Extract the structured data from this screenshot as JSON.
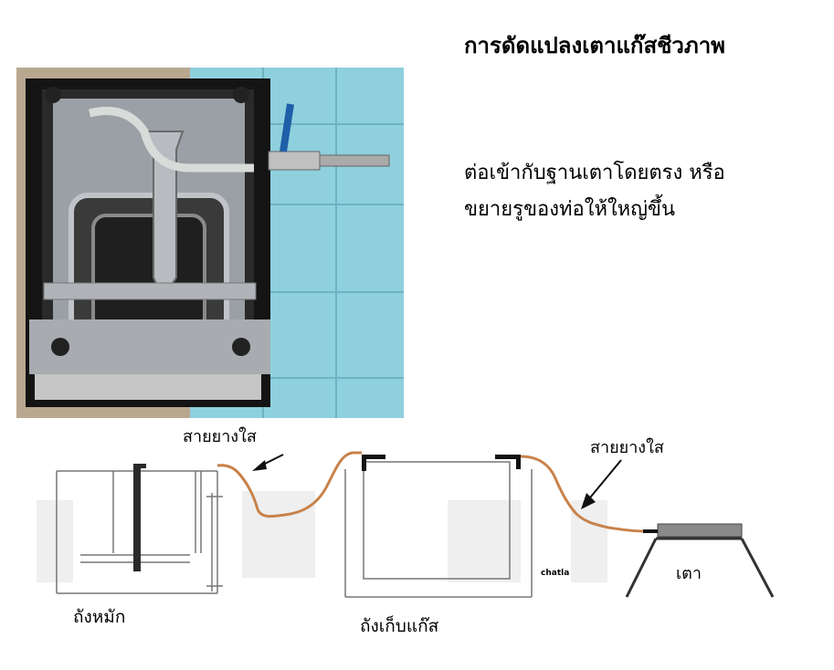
{
  "slide": {
    "title": "การดัดแปลงเตาแก๊สชีวภาพ",
    "body_lines": [
      "ต่อเข้ากับฐานเตาโดยตรง  หรือ",
      "ขยายรูของท่อให้ใหญ่ขึ้น"
    ]
  },
  "diagram": {
    "hose_label_left": "สายยางใส",
    "hose_label_right": "สายยางใส",
    "digester_label": "ถังหมัก",
    "storage_label": "ถังเก็บแก๊ส",
    "stove_label": "เตา",
    "watermark": "chatla"
  },
  "colors": {
    "hose": "#c8824a",
    "tile": "#8fd0de",
    "stove_frame": "#1c1c1c"
  }
}
